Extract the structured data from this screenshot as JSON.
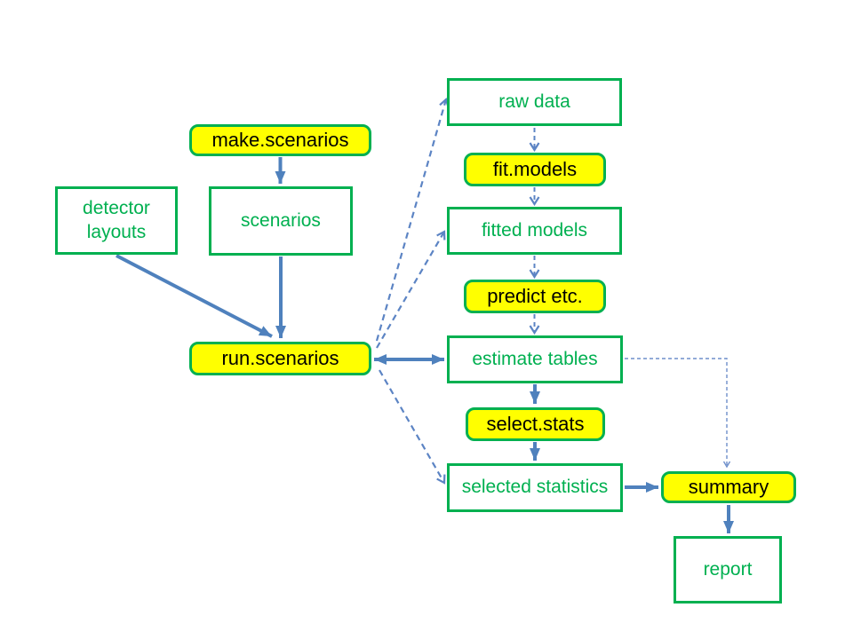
{
  "colors": {
    "green": "#00B050",
    "yellow": "#FFFF00",
    "blue": "#4F81BD",
    "blue_dash": "#5C84C4",
    "blue_dash_light": "#6E8FCB",
    "black": "#000000",
    "background": "#FFFFFF"
  },
  "diagram": {
    "nodes": [
      {
        "id": "make-scenarios",
        "label": "make.scenarios",
        "kind": "function"
      },
      {
        "id": "detector-layouts",
        "label": "detector layouts",
        "kind": "data"
      },
      {
        "id": "scenarios",
        "label": "scenarios",
        "kind": "data"
      },
      {
        "id": "run-scenarios",
        "label": "run.scenarios",
        "kind": "function"
      },
      {
        "id": "raw-data",
        "label": "raw data",
        "kind": "data"
      },
      {
        "id": "fit-models",
        "label": "fit.models",
        "kind": "function"
      },
      {
        "id": "fitted-models",
        "label": "fitted models",
        "kind": "data"
      },
      {
        "id": "predict-etc",
        "label": "predict etc.",
        "kind": "function"
      },
      {
        "id": "estimate-tables",
        "label": "estimate tables",
        "kind": "data"
      },
      {
        "id": "select-stats",
        "label": "select.stats",
        "kind": "function"
      },
      {
        "id": "selected-statistics",
        "label": "selected statistics",
        "kind": "data"
      },
      {
        "id": "summary",
        "label": "summary",
        "kind": "function"
      },
      {
        "id": "report",
        "label": "report",
        "kind": "data"
      }
    ],
    "edges": [
      {
        "from": "make.scenarios",
        "to": "scenarios",
        "style": "solid"
      },
      {
        "from": "scenarios",
        "to": "run.scenarios",
        "style": "solid"
      },
      {
        "from": "detector layouts",
        "to": "run.scenarios",
        "style": "solid"
      },
      {
        "from": "run.scenarios",
        "to": "estimate tables",
        "style": "solid-double-headed"
      },
      {
        "from": "run.scenarios",
        "to": "raw data",
        "style": "dashed"
      },
      {
        "from": "run.scenarios",
        "to": "fitted models",
        "style": "dashed"
      },
      {
        "from": "run.scenarios",
        "to": "selected statistics",
        "style": "dashed"
      },
      {
        "from": "raw data",
        "to": "fit.models",
        "style": "dashed"
      },
      {
        "from": "fit.models",
        "to": "fitted models",
        "style": "dashed"
      },
      {
        "from": "fitted models",
        "to": "predict etc.",
        "style": "dashed"
      },
      {
        "from": "predict etc.",
        "to": "estimate tables",
        "style": "dashed"
      },
      {
        "from": "estimate tables",
        "to": "select.stats",
        "style": "solid"
      },
      {
        "from": "select.stats",
        "to": "selected statistics",
        "style": "solid"
      },
      {
        "from": "selected statistics",
        "to": "summary",
        "style": "solid"
      },
      {
        "from": "estimate tables",
        "to": "summary",
        "style": "dashed-elbow"
      },
      {
        "from": "summary",
        "to": "report",
        "style": "solid"
      }
    ]
  }
}
